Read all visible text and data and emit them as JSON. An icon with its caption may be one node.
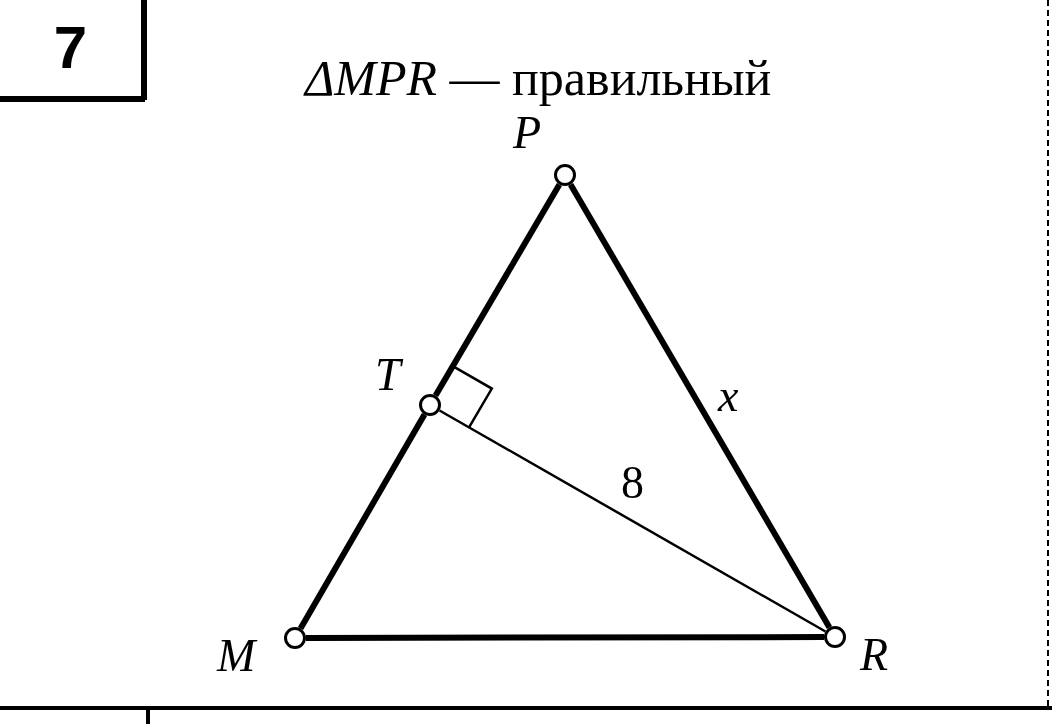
{
  "diagram": {
    "title": "*ΔMPR* — правильный",
    "nodes": [
      {
        "text": [
          "7"
        ]
      },
      {
        "text": [],
        "shape": "circle",
        "beside": [
          "P"
        ]
      },
      {
        "text": [],
        "shape": "circle",
        "beside": [
          "T"
        ]
      },
      {
        "text": [],
        "shape": "circle",
        "beside": [
          "M"
        ]
      },
      {
        "text": [],
        "shape": "circle",
        "beside": [
          "R"
        ]
      }
    ],
    "edges": [
      {
        "from": 1,
        "to": 2,
        "arrow": "none"
      },
      {
        "from": 2,
        "to": 3,
        "arrow": "none"
      },
      {
        "from": 3,
        "to": 4,
        "arrow": "none"
      },
      {
        "from": 4,
        "to": 1,
        "arrow": "none",
        "label": "x"
      },
      {
        "from": 2,
        "to": 4,
        "arrow": "none",
        "label": "8"
      }
    ]
  }
}
